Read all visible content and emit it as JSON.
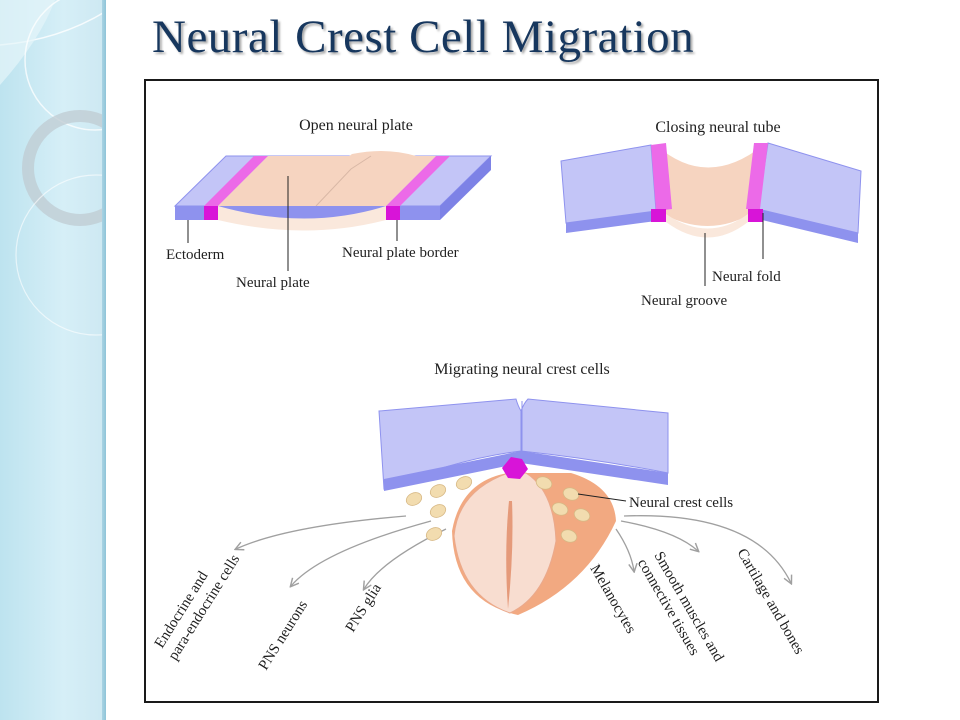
{
  "slide": {
    "title": "Neural Crest Cell Migration"
  },
  "panels": {
    "open_plate": {
      "title": "Open neural plate",
      "labels": {
        "ectoderm": "Ectoderm",
        "neural_plate": "Neural plate",
        "neural_plate_border": "Neural plate border"
      }
    },
    "closing_tube": {
      "title": "Closing neural tube",
      "labels": {
        "neural_fold": "Neural fold",
        "neural_groove": "Neural groove"
      }
    },
    "migrating": {
      "title": "Migrating neural crest cells",
      "crest_label": "Neural crest cells",
      "derivatives": [
        {
          "line1": "Endocrine and",
          "line2": "para-endocrine cells"
        },
        {
          "line1": "PNS neurons",
          "line2": ""
        },
        {
          "line1": "PNS glia",
          "line2": ""
        },
        {
          "line1": "Melanocytes",
          "line2": ""
        },
        {
          "line1": "Smooth muscles and",
          "line2": "connective tissues"
        },
        {
          "line1": "Cartilage and bones",
          "line2": ""
        }
      ]
    }
  },
  "colors": {
    "title_text": "#17375e",
    "ectoderm_top": "#c3c5f7",
    "ectoderm_side": "#8e92ee",
    "neural_plate_top": "#f6d4c0",
    "neural_plate_side": "#fae8dc",
    "border_pink": "#ec6ae8",
    "border_magenta": "#d814d8",
    "crest_tissue": "#f2a981",
    "crest_cell": "#f2dcaf",
    "arrow_gray": "#a0a0a0"
  }
}
